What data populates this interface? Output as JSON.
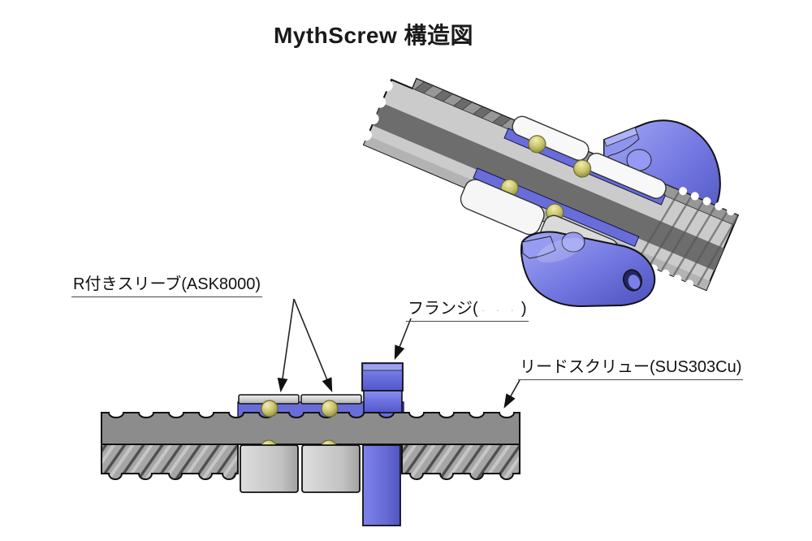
{
  "title": "MythScrew 構造図",
  "labels": {
    "sleeve": {
      "text": "R付きスリーブ(ASK8000)"
    },
    "flange": {
      "prefix": "フランジ(",
      "erased": "· · ·",
      "suffix": ")"
    },
    "lead_screw": {
      "text": "リードスクリュー(SUS303Cu)"
    }
  },
  "parts": [
    {
      "name": "R付きスリーブ",
      "spec": "ASK8000"
    },
    {
      "name": "フランジ",
      "spec": ""
    },
    {
      "name": "リードスクリュー",
      "spec": "SUS303Cu"
    }
  ],
  "colors": {
    "background": "#ffffff",
    "outline": "#111111",
    "flange_blue": "#6a6fdd",
    "flange_blue_light": "#9298f0",
    "flange_blue_dark": "#4d52bc",
    "nut_blue": "#686dd9",
    "ball_yellow": "#c9c56a",
    "sleeve_white": "#f7f7f7",
    "sleeve_gray": "#d8d8d8",
    "shaft_gray": "#8c8c8c",
    "thread_gray": "#a6a6a6",
    "core_dark_gray": "#6d6d6d",
    "cut_face_gray": "#cbcbcb",
    "leader_line": "#222222"
  }
}
